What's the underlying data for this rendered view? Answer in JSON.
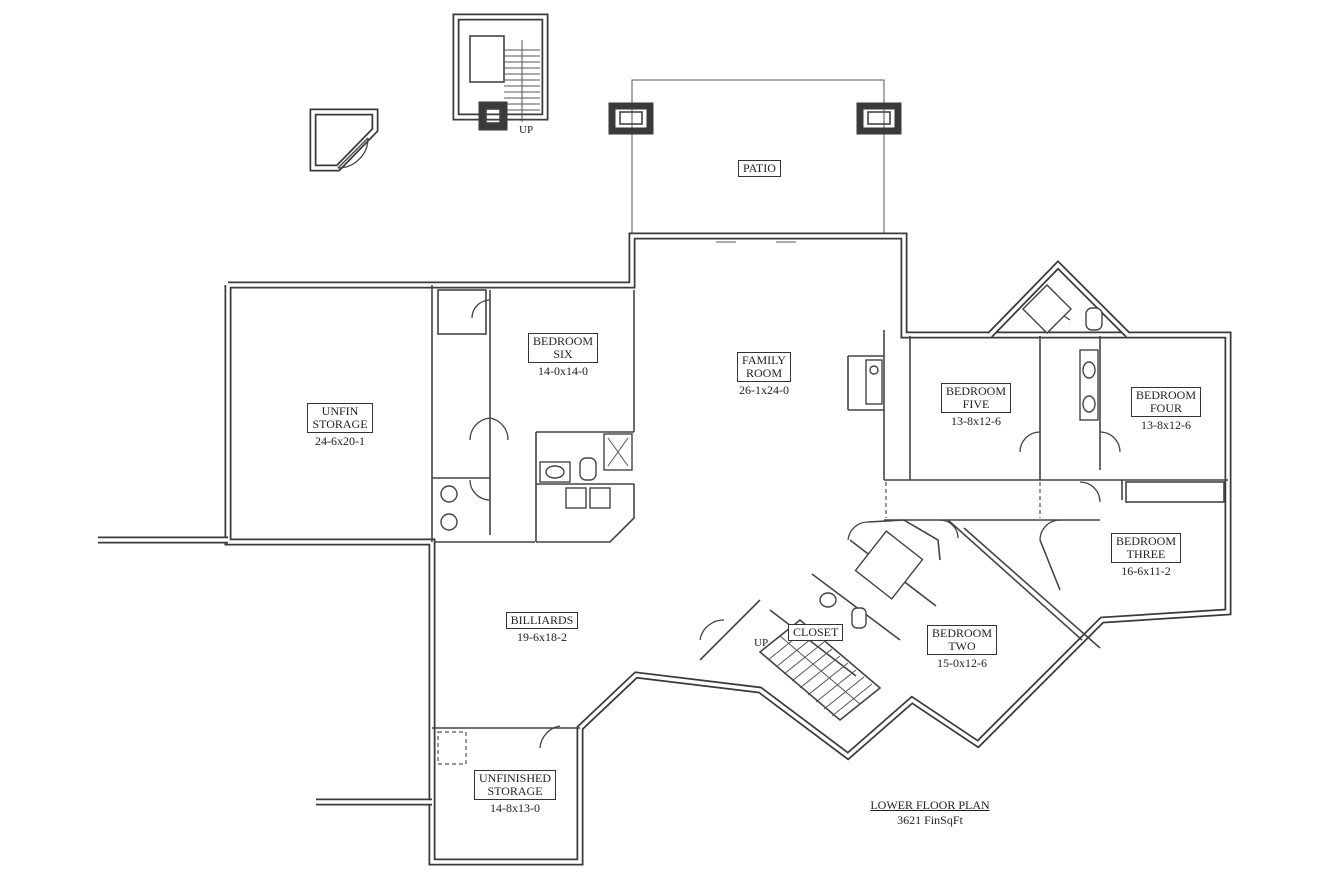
{
  "plan": {
    "title": "LOWER FLOOR PLAN",
    "finished_area": "3621 FinSqFt"
  },
  "rooms": {
    "patio": {
      "name": "PATIO"
    },
    "family_room": {
      "name_line1": "FAMILY",
      "name_line2": "ROOM",
      "dims": "26-1x24-0"
    },
    "bedroom_six": {
      "name_line1": "BEDROOM",
      "name_line2": "SIX",
      "dims": "14-0x14-0"
    },
    "unfin_storage": {
      "name_line1": "UNFIN",
      "name_line2": "STORAGE",
      "dims": "24-6x20-1"
    },
    "bedroom_five": {
      "name_line1": "BEDROOM",
      "name_line2": "FIVE",
      "dims": "13-8x12-6"
    },
    "bedroom_four": {
      "name_line1": "BEDROOM",
      "name_line2": "FOUR",
      "dims": "13-8x12-6"
    },
    "bedroom_three": {
      "name_line1": "BEDROOM",
      "name_line2": "THREE",
      "dims": "16-6x11-2"
    },
    "bedroom_two": {
      "name_line1": "BEDROOM",
      "name_line2": "TWO",
      "dims": "15-0x12-6"
    },
    "billiards": {
      "name": "BILLIARDS",
      "dims": "19-6x18-2"
    },
    "closet": {
      "name": "CLOSET"
    },
    "unfinished_storage": {
      "name_line1": "UNFINISHED",
      "name_line2": "STORAGE",
      "dims": "14-8x13-0"
    }
  },
  "stair_labels": {
    "exterior_up": "UP",
    "interior_up": "UP"
  }
}
